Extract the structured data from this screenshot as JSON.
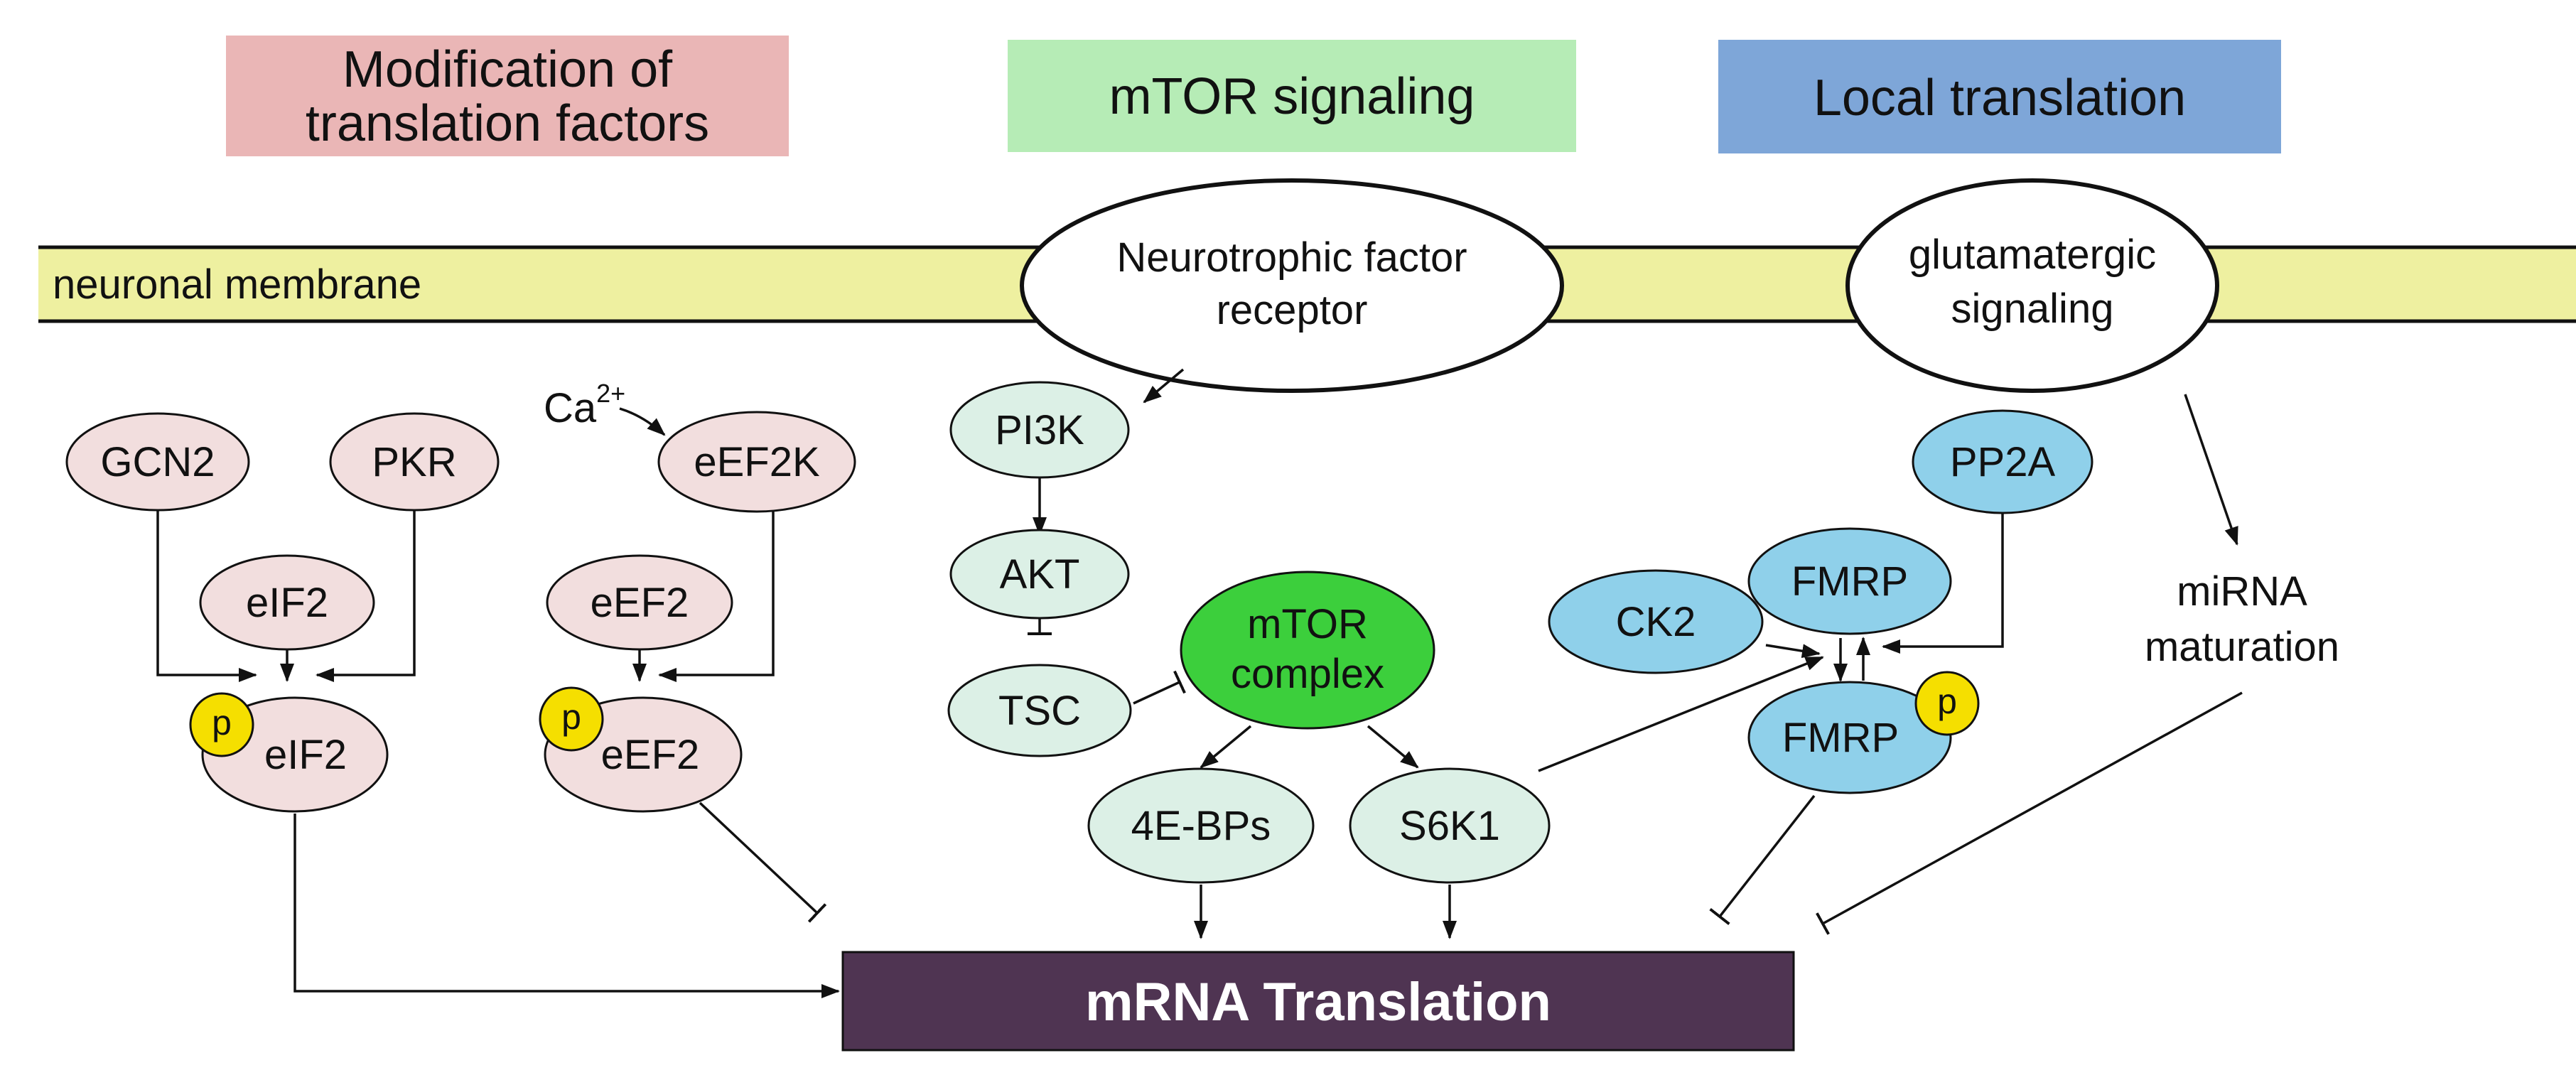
{
  "headers": {
    "modification": {
      "line1": "Modification of",
      "line2": "translation factors",
      "color": "#eab6b6"
    },
    "mtor": {
      "label": "mTOR signaling",
      "color": "#b6ecb6"
    },
    "local": {
      "label": "Local translation",
      "color": "#7ea6d8"
    }
  },
  "membrane": {
    "label": "neuronal membrane",
    "color": "#eef0a0"
  },
  "receptors": {
    "neurotrophic": {
      "line1": "Neurotrophic factor",
      "line2": "receptor"
    },
    "glutamatergic": {
      "line1": "glutamatergic",
      "line2": "signaling"
    }
  },
  "ca": {
    "base": "Ca",
    "sup": "2+"
  },
  "nodes": {
    "gcn2": "GCN2",
    "pkr": "PKR",
    "eif2": "eIF2",
    "eif2_p": "eIF2",
    "eef2k": "eEF2K",
    "eef2": "eEF2",
    "eef2_p": "eEF2",
    "pi3k": "PI3K",
    "akt": "AKT",
    "tsc": "TSC",
    "mtor_line1": "mTOR",
    "mtor_line2": "complex",
    "bps": "4E-BPs",
    "s6k1": "S6K1",
    "pp2a": "PP2A",
    "ck2": "CK2",
    "fmrp": "FMRP",
    "fmrp_p": "FMRP"
  },
  "phospho_label": "p",
  "mirna": {
    "line1": "miRNA",
    "line2": "maturation"
  },
  "translation": {
    "label": "mRNA Translation",
    "color": "#4f3452"
  },
  "colors": {
    "pink_node": "#f2dede",
    "mint_node": "#dcf0e6",
    "mtor_node": "#3ccf3c",
    "blue_node": "#8fd0ea",
    "phospho": "#f5df00"
  }
}
